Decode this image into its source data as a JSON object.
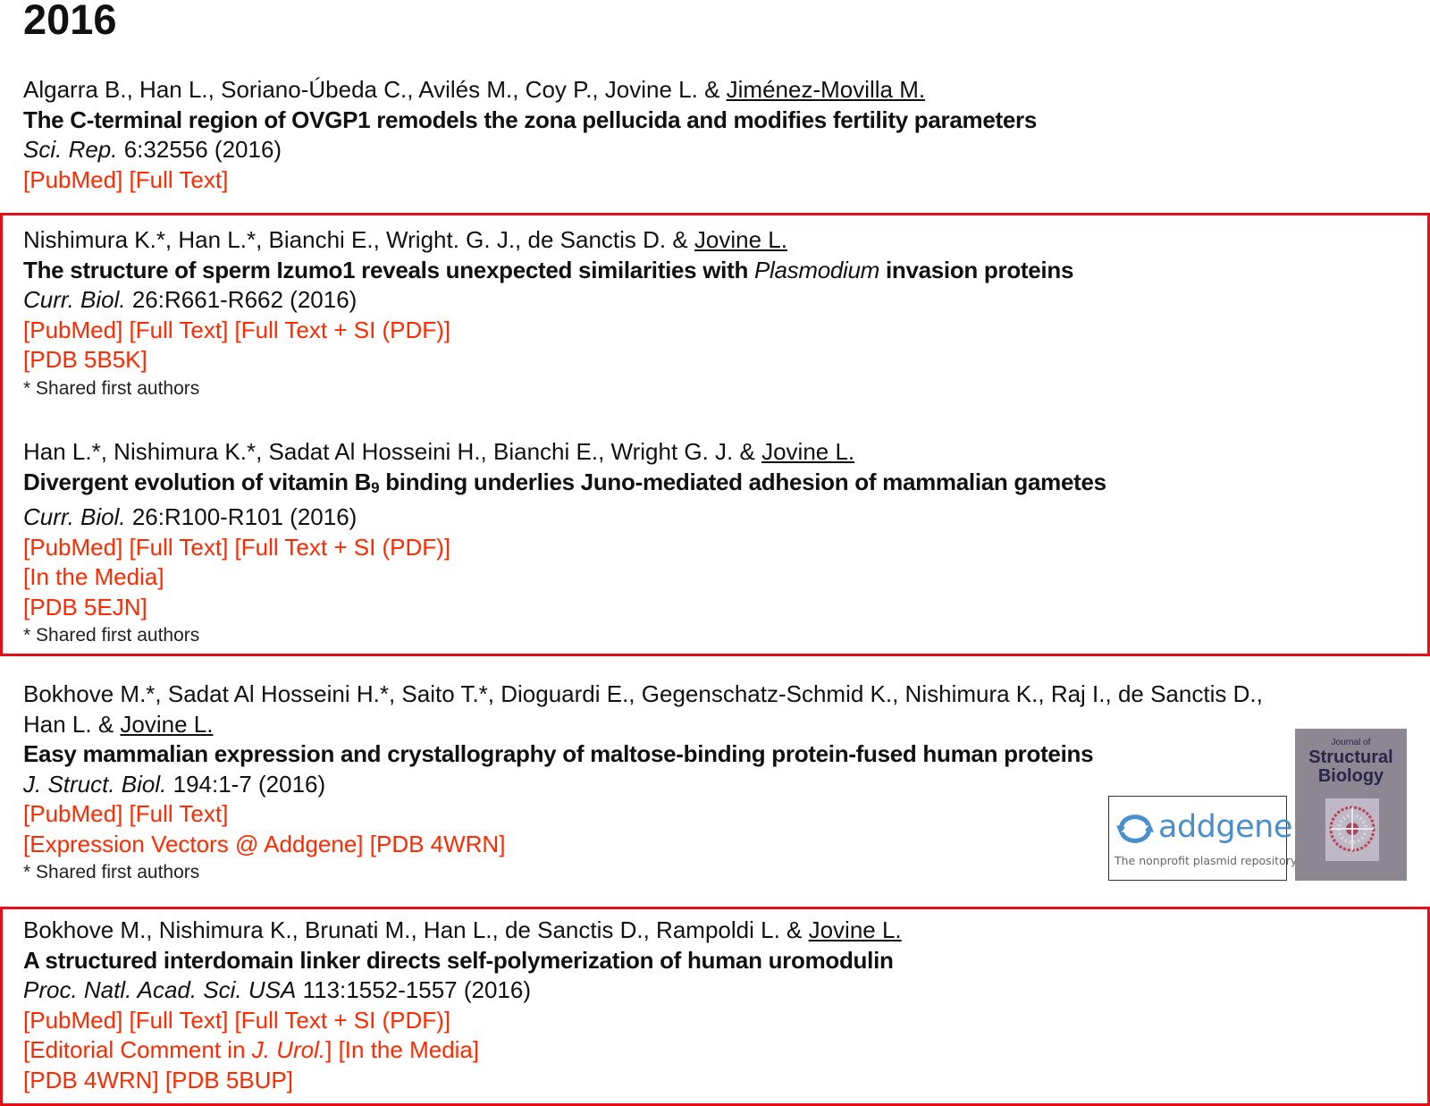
{
  "page": {
    "year_heading": "2016"
  },
  "publications": [
    {
      "authors": "Algarra B., Han L., Soriano-Úbeda C., Avilés M., Coy P., Jovine L. & ",
      "authors_underlined": "Jiménez-Movilla M.",
      "title": "The C-terminal region of OVGP1 remodels the zona pellucida and modifies fertility parameters",
      "journal": "Sci. Rep.",
      "citation": " 6:32556 (2016)",
      "links_row1": [
        "[PubMed]",
        "[Full Text]"
      ]
    },
    {
      "authors": "Nishimura K.*, Han L.*, Bianchi E., Wright. G. J., de Sanctis D. & ",
      "authors_underlined": "Jovine L.",
      "title_pre": "The structure of sperm Izumo1 reveals unexpected similarities with ",
      "title_italic": "Plasmodium",
      "title_post": " invasion proteins",
      "journal": "Curr. Biol.",
      "citation": " 26:R661-R662 (2016)",
      "links_row1": [
        "[PubMed]",
        "[Full Text]",
        "[Full Text + SI (PDF)]"
      ],
      "links_row2": [
        "[PDB 5B5K]"
      ],
      "note": "* Shared first authors"
    },
    {
      "authors": "Han L.*, Nishimura K.*, Sadat Al Hosseini H., Bianchi E., Wright G. J. & ",
      "authors_underlined": "Jovine L.",
      "title_pre": "Divergent evolution of vitamin B",
      "title_sub": "9",
      "title_post": " binding underlies Juno-mediated adhesion of mammalian gametes",
      "journal": "Curr. Biol.",
      "citation": " 26:R100-R101 (2016)",
      "links_row1": [
        "[PubMed]",
        "[Full Text]",
        "[Full Text + SI (PDF)]"
      ],
      "links_row2": [
        "[In the Media]"
      ],
      "links_row3": [
        "[PDB 5EJN]"
      ],
      "note": "* Shared first authors"
    },
    {
      "authors_line1": "Bokhove M.*, Sadat Al Hosseini H.*, Saito T.*, Dioguardi E., Gegenschatz-Schmid K., Nishimura K., Raj I., de Sanctis D.,",
      "authors_line2": "Han L. & ",
      "authors_underlined": "Jovine L.",
      "title": "Easy mammalian expression and crystallography of maltose-binding protein-fused human proteins",
      "journal": "J. Struct. Biol.",
      "citation": " 194:1-7 (2016)",
      "links_row1": [
        "[PubMed]",
        "[Full Text]"
      ],
      "links_row2": [
        "[Expression Vectors @ Addgene]",
        "[PDB 4WRN]"
      ],
      "note": "* Shared first authors"
    },
    {
      "authors": "Bokhove M., Nishimura K., Brunati M., Han L., de Sanctis D., Rampoldi L. & ",
      "authors_underlined": "Jovine L.",
      "title": "A structured interdomain linker directs self-polymerization of human uromodulin",
      "journal": "Proc. Natl. Acad. Sci. USA",
      "citation": " 113:1552-1557 (2016)",
      "links_row1": [
        "[PubMed]",
        "[Full Text]",
        "[Full Text + SI (PDF)]"
      ],
      "links_row2_pre": "[Editorial Comment in ",
      "links_row2_italic": "J. Urol.",
      "links_row2_post": "]",
      "links_row2_extra": "[In the Media]",
      "links_row3": [
        "[PDB 4WRN]",
        "[PDB 5BUP]"
      ]
    }
  ],
  "addgene": {
    "brand": "addgene",
    "tagline": "The nonprofit plasmid repository",
    "accent": "#4a8fc9"
  },
  "journal_cover": {
    "top_text": "Journal of",
    "title": "Structural Biology"
  },
  "colors": {
    "link": "#ff2a00",
    "highlight_border": "#e3101a",
    "text": "#111111"
  }
}
